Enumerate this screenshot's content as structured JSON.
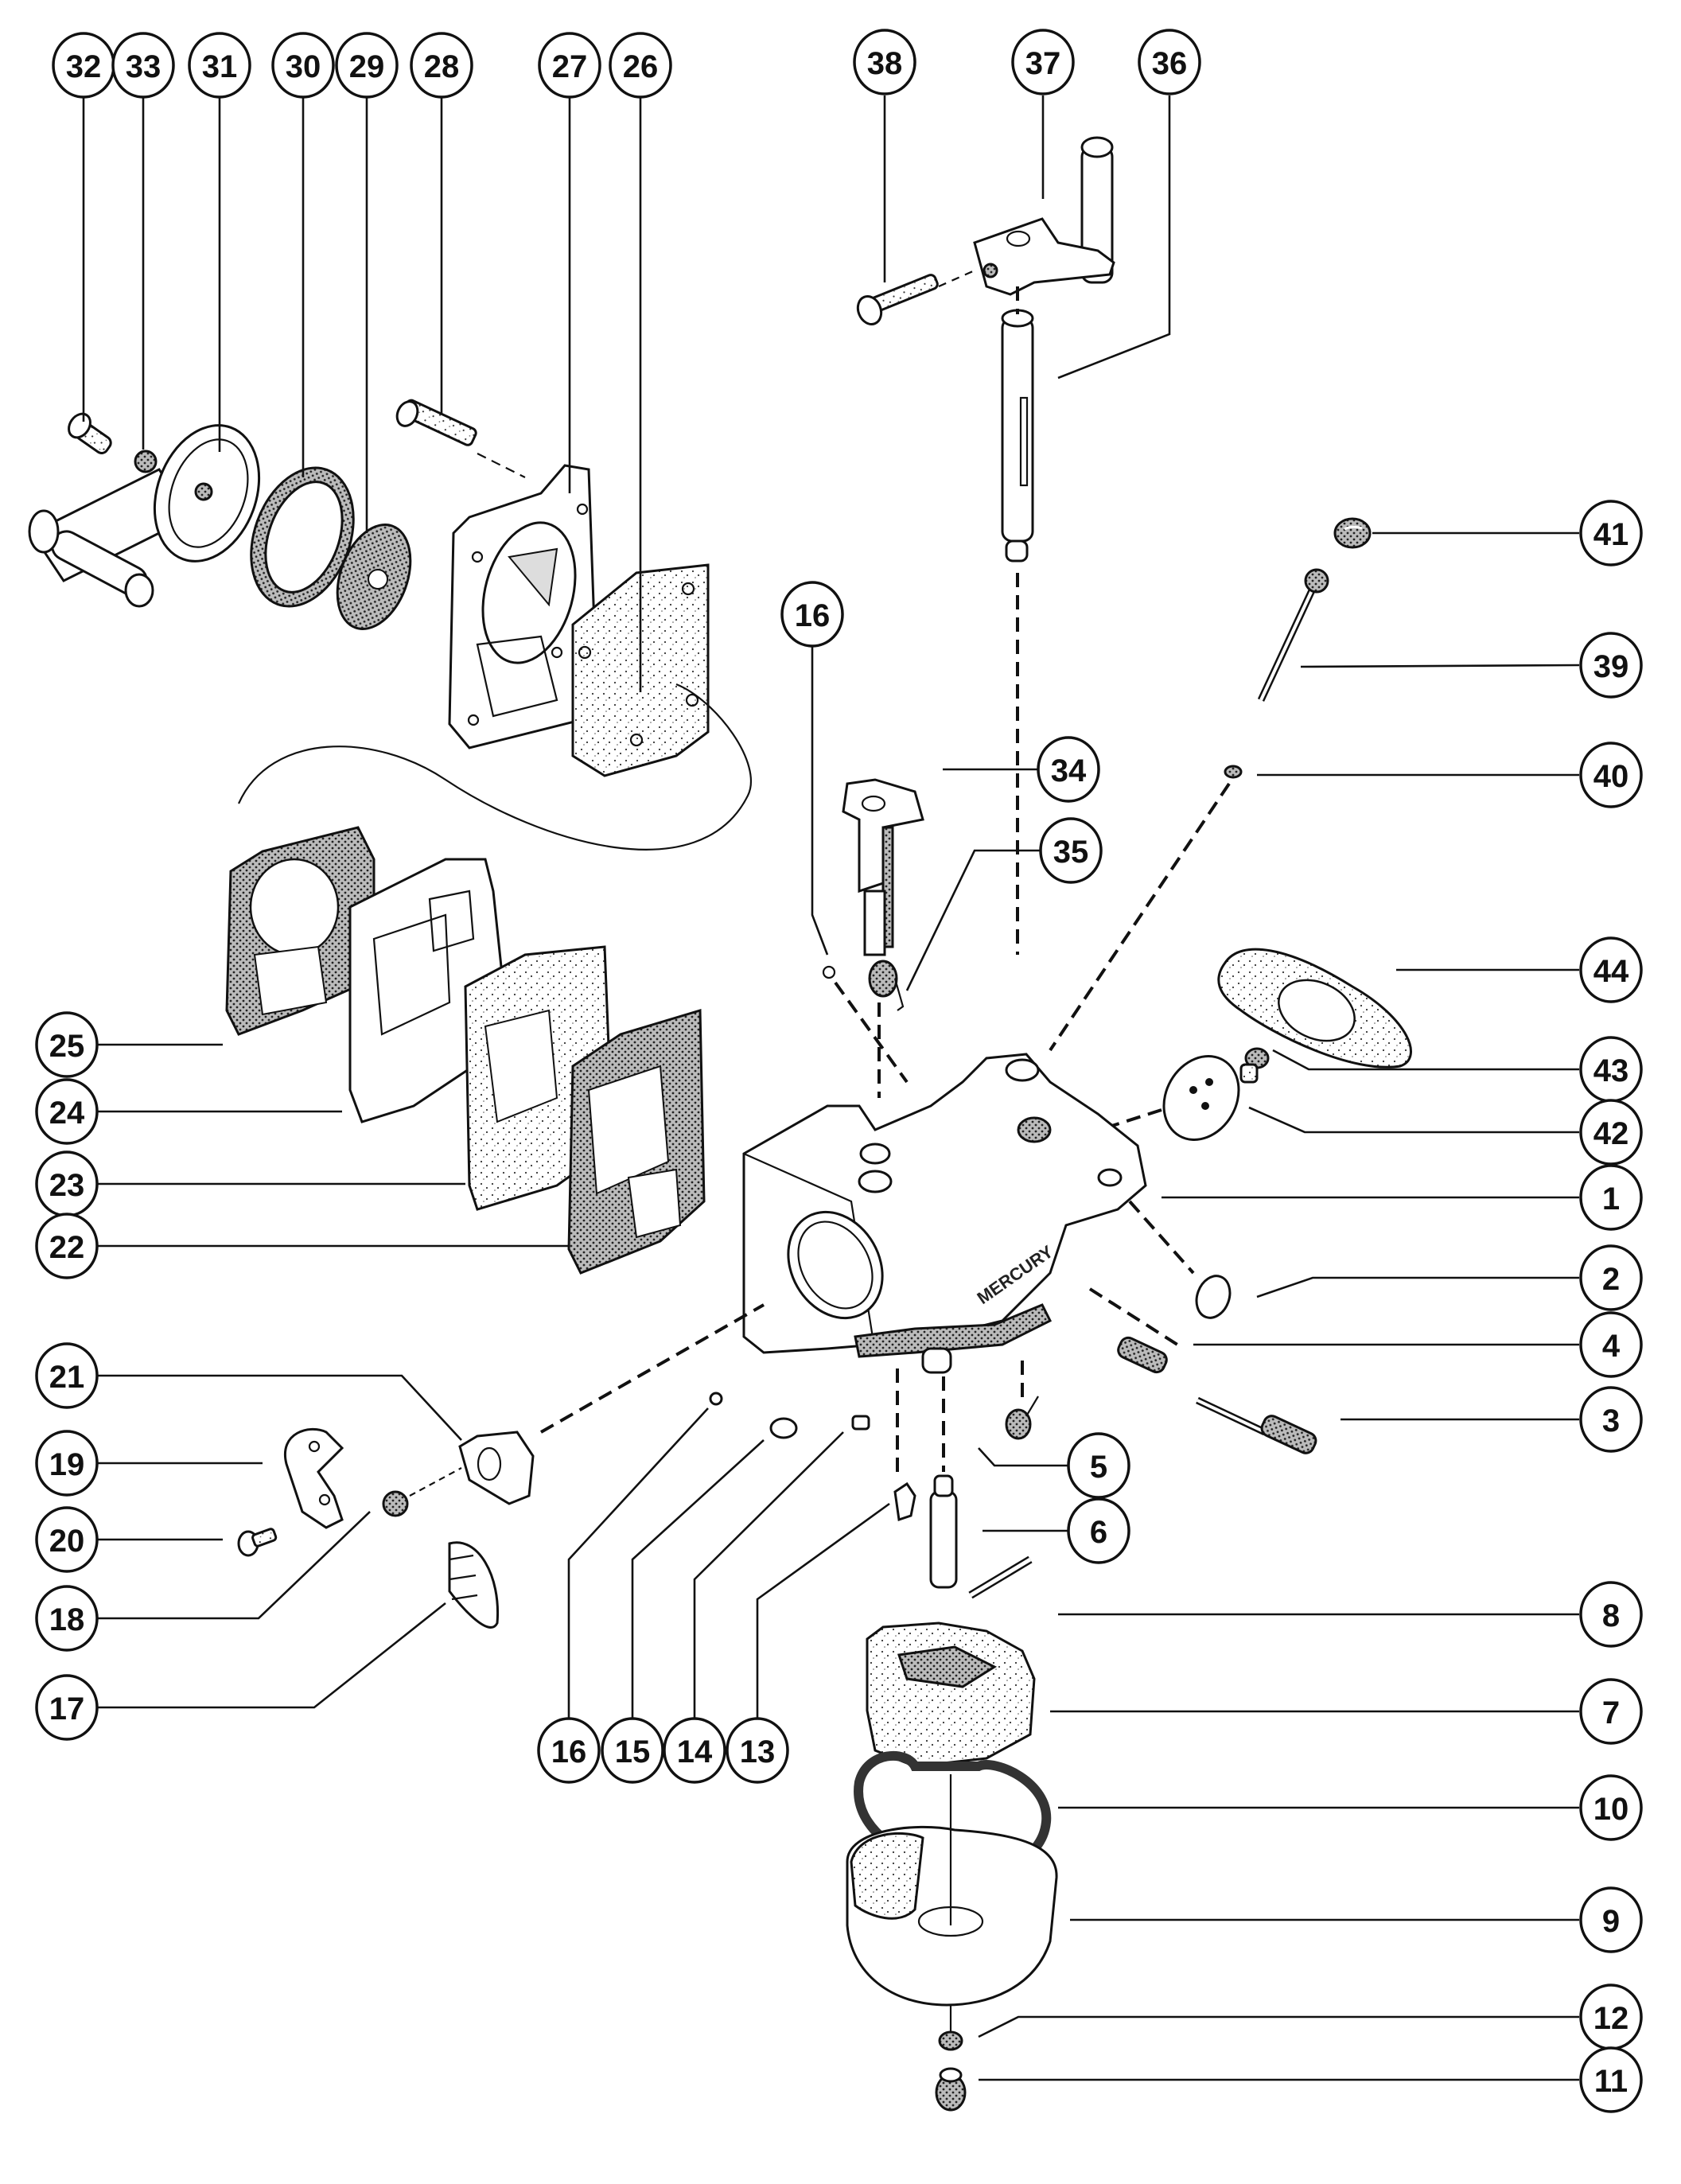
{
  "diagram": {
    "title": "Carburetor exploded parts view",
    "body_marking": "MERCURY",
    "callouts": [
      {
        "id": "32",
        "label": "32"
      },
      {
        "id": "33",
        "label": "33"
      },
      {
        "id": "31",
        "label": "31"
      },
      {
        "id": "30",
        "label": "30"
      },
      {
        "id": "29",
        "label": "29"
      },
      {
        "id": "28",
        "label": "28"
      },
      {
        "id": "27",
        "label": "27"
      },
      {
        "id": "26",
        "label": "26"
      },
      {
        "id": "38",
        "label": "38"
      },
      {
        "id": "37",
        "label": "37"
      },
      {
        "id": "36",
        "label": "36"
      },
      {
        "id": "41",
        "label": "41"
      },
      {
        "id": "39",
        "label": "39"
      },
      {
        "id": "40",
        "label": "40"
      },
      {
        "id": "16a",
        "label": "16"
      },
      {
        "id": "34",
        "label": "34"
      },
      {
        "id": "35",
        "label": "35"
      },
      {
        "id": "44",
        "label": "44"
      },
      {
        "id": "43",
        "label": "43"
      },
      {
        "id": "42",
        "label": "42"
      },
      {
        "id": "1",
        "label": "1"
      },
      {
        "id": "2",
        "label": "2"
      },
      {
        "id": "4",
        "label": "4"
      },
      {
        "id": "3",
        "label": "3"
      },
      {
        "id": "5",
        "label": "5"
      },
      {
        "id": "6",
        "label": "6"
      },
      {
        "id": "8",
        "label": "8"
      },
      {
        "id": "7",
        "label": "7"
      },
      {
        "id": "10",
        "label": "10"
      },
      {
        "id": "9",
        "label": "9"
      },
      {
        "id": "12",
        "label": "12"
      },
      {
        "id": "11",
        "label": "11"
      },
      {
        "id": "25",
        "label": "25"
      },
      {
        "id": "24",
        "label": "24"
      },
      {
        "id": "23",
        "label": "23"
      },
      {
        "id": "22",
        "label": "22"
      },
      {
        "id": "21",
        "label": "21"
      },
      {
        "id": "19",
        "label": "19"
      },
      {
        "id": "20",
        "label": "20"
      },
      {
        "id": "18",
        "label": "18"
      },
      {
        "id": "17",
        "label": "17"
      },
      {
        "id": "16b",
        "label": "16"
      },
      {
        "id": "15",
        "label": "15"
      },
      {
        "id": "14",
        "label": "14"
      },
      {
        "id": "13",
        "label": "13"
      }
    ]
  }
}
